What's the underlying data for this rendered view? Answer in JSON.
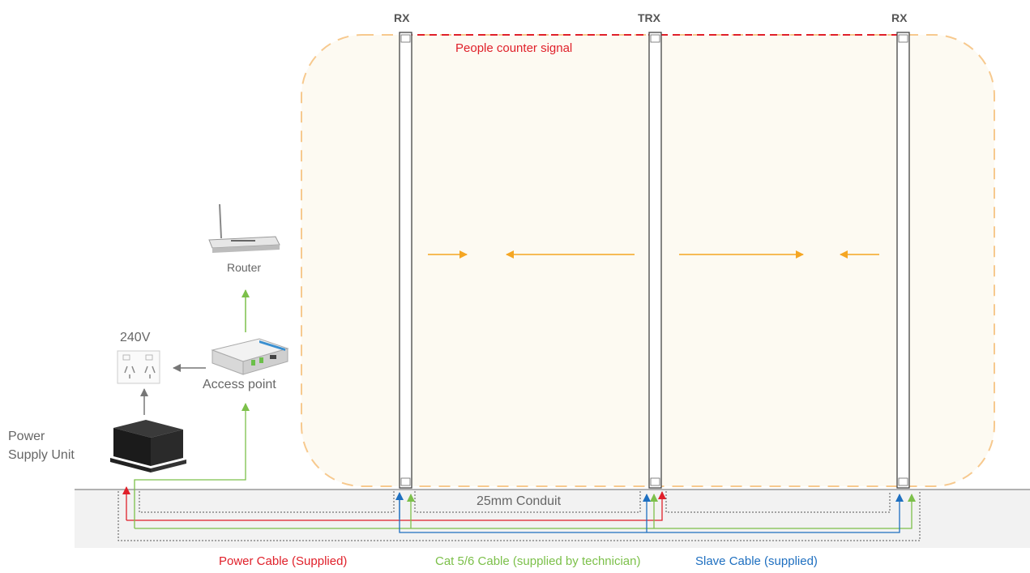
{
  "poles": [
    {
      "label": "RX"
    },
    {
      "label": "TRX"
    },
    {
      "label": "RX"
    }
  ],
  "signal_label": "People counter signal",
  "conduit_label": "25mm Conduit",
  "devices": {
    "router": "Router",
    "access_point": "Access point",
    "outlet_voltage": "240V",
    "psu_line1": "Power",
    "psu_line2": "Supply Unit"
  },
  "legend": {
    "power": "Power Cable (Supplied)",
    "cat": "Cat 5/6 Cable (supplied by technician)",
    "slave": "Slave Cable (supplied)"
  },
  "colors": {
    "power": "#e0202a",
    "cat": "#7cc04a",
    "slave": "#1e6fc0",
    "beam": "#f5a623",
    "zone_border": "#f7c98e",
    "zone_fill": "#fdfaf2",
    "floor": "#f2f2f2"
  }
}
